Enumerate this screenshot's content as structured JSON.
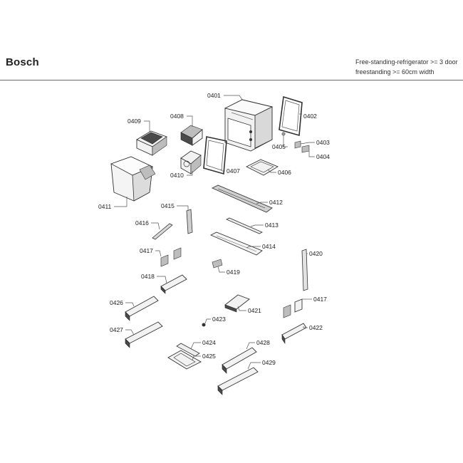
{
  "header": {
    "brand": "Bosch",
    "description_line1": "Free-standing-refrigerator >= 3 door",
    "description_line2": "freestanding >= 60cm width"
  },
  "diagram": {
    "labels": {
      "p0401": "0401",
      "p0402": "0402",
      "p0403": "0403",
      "p0404": "0404",
      "p0405": "0405",
      "p0406": "0406",
      "p0407": "0407",
      "p0408": "0408",
      "p0409": "0409",
      "p0410": "0410",
      "p0411": "0411",
      "p0412": "0412",
      "p0413": "0413",
      "p0414": "0414",
      "p0415": "0415",
      "p0416": "0416",
      "p0417a": "0417",
      "p0417b": "0417",
      "p0418": "0418",
      "p0419": "0419",
      "p0420": "0420",
      "p0421": "0421",
      "p0422": "0422",
      "p0423": "0423",
      "p0424": "0424",
      "p0425": "0425",
      "p0426": "0426",
      "p0427": "0427",
      "p0428": "0428",
      "p0429": "0429"
    }
  }
}
